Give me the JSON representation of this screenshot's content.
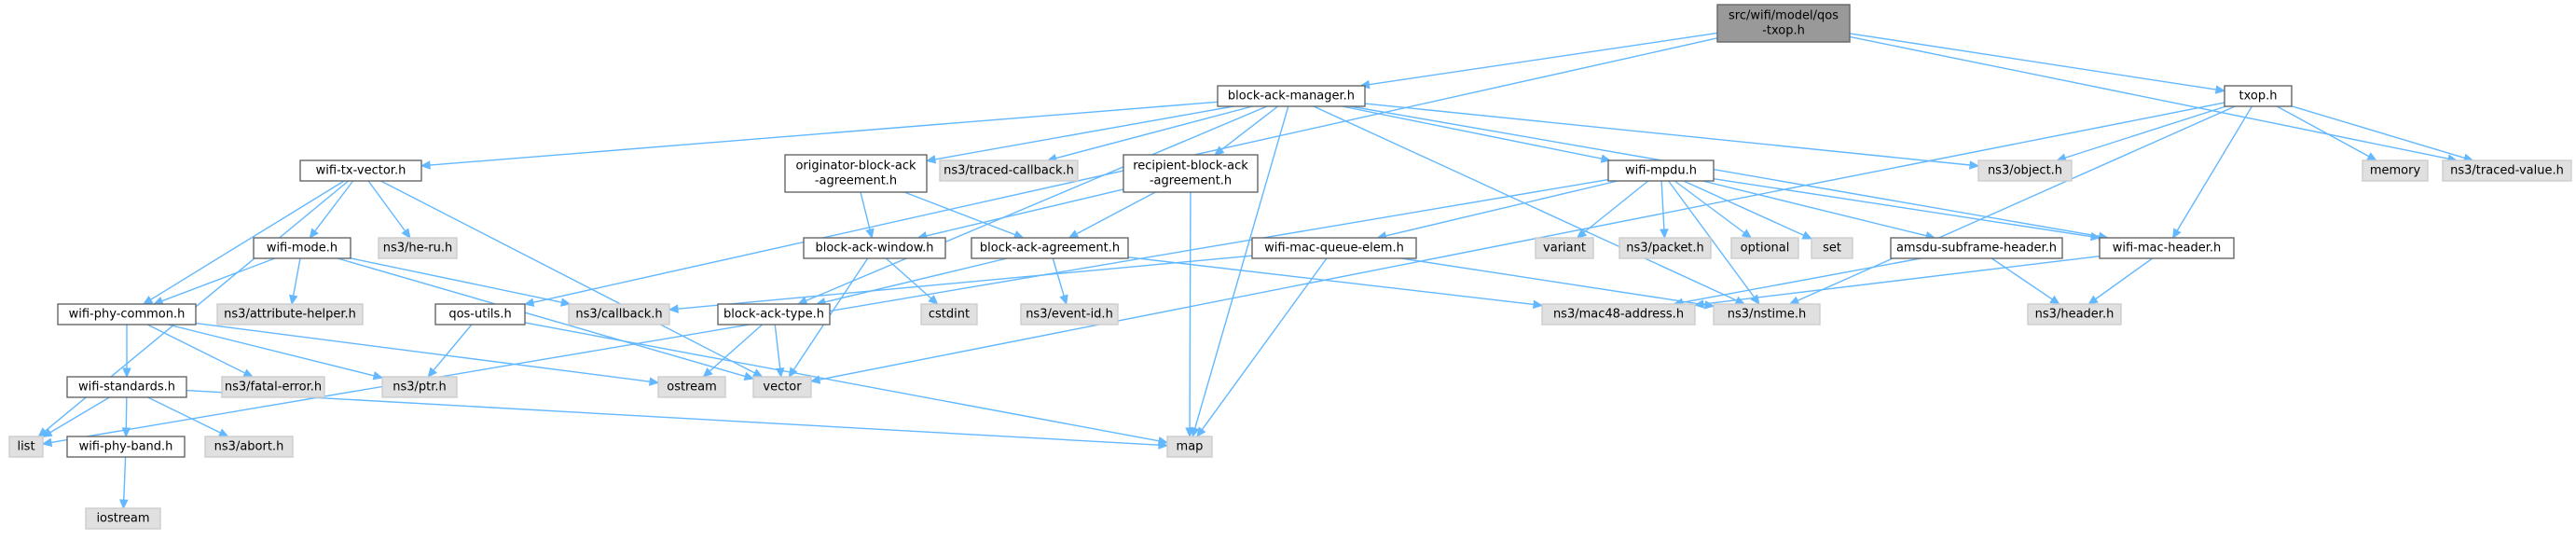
{
  "colors": {
    "edge": "#63b8ff",
    "root_fill": "#999999",
    "node_fill": "#ffffff",
    "node_border": "#666666",
    "ext_fill": "#e0e0e0",
    "ext_border": "#cccccc",
    "text": "#000000"
  },
  "nodes": [
    {
      "id": "root",
      "kind": "root",
      "label": [
        "src/wifi/model/qos",
        "-txop.h"
      ]
    },
    {
      "id": "bam",
      "kind": "node",
      "label": [
        "block-ack-manager.h"
      ]
    },
    {
      "id": "txop",
      "kind": "node",
      "label": [
        "txop.h"
      ]
    },
    {
      "id": "wtv",
      "kind": "node",
      "label": [
        "wifi-tx-vector.h"
      ]
    },
    {
      "id": "oba",
      "kind": "node",
      "label": [
        "originator-block-ack",
        "-agreement.h"
      ]
    },
    {
      "id": "tcb",
      "kind": "ext",
      "label": [
        "ns3/traced-callback.h"
      ]
    },
    {
      "id": "rba",
      "kind": "node",
      "label": [
        "recipient-block-ack",
        "-agreement.h"
      ]
    },
    {
      "id": "wmpdu",
      "kind": "node",
      "label": [
        "wifi-mpdu.h"
      ]
    },
    {
      "id": "obj",
      "kind": "ext",
      "label": [
        "ns3/object.h"
      ]
    },
    {
      "id": "memory",
      "kind": "ext",
      "label": [
        "memory"
      ]
    },
    {
      "id": "tv",
      "kind": "ext",
      "label": [
        "ns3/traced-value.h"
      ]
    },
    {
      "id": "wmode",
      "kind": "node",
      "label": [
        "wifi-mode.h"
      ]
    },
    {
      "id": "heru",
      "kind": "ext",
      "label": [
        "ns3/he-ru.h"
      ]
    },
    {
      "id": "baw",
      "kind": "node",
      "label": [
        "block-ack-window.h"
      ]
    },
    {
      "id": "baa",
      "kind": "node",
      "label": [
        "block-ack-agreement.h"
      ]
    },
    {
      "id": "wmqe",
      "kind": "node",
      "label": [
        "wifi-mac-queue-elem.h"
      ]
    },
    {
      "id": "variant",
      "kind": "ext",
      "label": [
        "variant"
      ]
    },
    {
      "id": "packet",
      "kind": "ext",
      "label": [
        "ns3/packet.h"
      ]
    },
    {
      "id": "optional",
      "kind": "ext",
      "label": [
        "optional"
      ]
    },
    {
      "id": "set",
      "kind": "ext",
      "label": [
        "set"
      ]
    },
    {
      "id": "ash",
      "kind": "node",
      "label": [
        "amsdu-subframe-header.h"
      ]
    },
    {
      "id": "wmh",
      "kind": "node",
      "label": [
        "wifi-mac-header.h"
      ]
    },
    {
      "id": "wpc",
      "kind": "node",
      "label": [
        "wifi-phy-common.h"
      ]
    },
    {
      "id": "attr",
      "kind": "ext",
      "label": [
        "ns3/attribute-helper.h"
      ]
    },
    {
      "id": "qos",
      "kind": "node",
      "label": [
        "qos-utils.h"
      ]
    },
    {
      "id": "cb",
      "kind": "ext",
      "label": [
        "ns3/callback.h"
      ]
    },
    {
      "id": "bat",
      "kind": "node",
      "label": [
        "block-ack-type.h"
      ]
    },
    {
      "id": "cstdint",
      "kind": "ext",
      "label": [
        "cstdint"
      ]
    },
    {
      "id": "mac48",
      "kind": "ext",
      "label": [
        "ns3/mac48-address.h"
      ]
    },
    {
      "id": "nstime",
      "kind": "ext",
      "label": [
        "ns3/nstime.h"
      ]
    },
    {
      "id": "header",
      "kind": "ext",
      "label": [
        "ns3/header.h"
      ]
    },
    {
      "id": "evid",
      "kind": "ext",
      "label": [
        "ns3/event-id.h"
      ]
    },
    {
      "id": "ws",
      "kind": "node",
      "label": [
        "wifi-standards.h"
      ]
    },
    {
      "id": "fatal",
      "kind": "ext",
      "label": [
        "ns3/fatal-error.h"
      ]
    },
    {
      "id": "ptr",
      "kind": "ext",
      "label": [
        "ns3/ptr.h"
      ]
    },
    {
      "id": "ostream",
      "kind": "ext",
      "label": [
        "ostream"
      ]
    },
    {
      "id": "vector",
      "kind": "ext",
      "label": [
        "vector"
      ]
    },
    {
      "id": "list",
      "kind": "ext",
      "label": [
        "list"
      ]
    },
    {
      "id": "wpb",
      "kind": "node",
      "label": [
        "wifi-phy-band.h"
      ]
    },
    {
      "id": "abort",
      "kind": "ext",
      "label": [
        "ns3/abort.h"
      ]
    },
    {
      "id": "map",
      "kind": "ext",
      "label": [
        "map"
      ]
    },
    {
      "id": "iostream",
      "kind": "ext",
      "label": [
        "iostream"
      ]
    }
  ],
  "edges": [
    [
      "root",
      "bam"
    ],
    [
      "root",
      "txop"
    ],
    [
      "root",
      "qos"
    ],
    [
      "root",
      "tv"
    ],
    [
      "bam",
      "wtv"
    ],
    [
      "bam",
      "oba"
    ],
    [
      "bam",
      "tcb"
    ],
    [
      "bam",
      "rba"
    ],
    [
      "bam",
      "wmpdu"
    ],
    [
      "bam",
      "obj"
    ],
    [
      "bam",
      "bat"
    ],
    [
      "bam",
      "map"
    ],
    [
      "bam",
      "nstime"
    ],
    [
      "bam",
      "wmh"
    ],
    [
      "txop",
      "obj"
    ],
    [
      "txop",
      "memory"
    ],
    [
      "txop",
      "tv"
    ],
    [
      "txop",
      "wmh"
    ],
    [
      "txop",
      "nstime"
    ],
    [
      "txop",
      "vector"
    ],
    [
      "wtv",
      "wmode"
    ],
    [
      "wtv",
      "heru"
    ],
    [
      "wtv",
      "wpc"
    ],
    [
      "wtv",
      "list"
    ],
    [
      "wtv",
      "vector"
    ],
    [
      "wmode",
      "wpc"
    ],
    [
      "wmode",
      "attr"
    ],
    [
      "wmode",
      "cb"
    ],
    [
      "wmode",
      "vector"
    ],
    [
      "oba",
      "baw"
    ],
    [
      "oba",
      "baa"
    ],
    [
      "rba",
      "baa"
    ],
    [
      "rba",
      "baw"
    ],
    [
      "rba",
      "map"
    ],
    [
      "wmpdu",
      "wmqe"
    ],
    [
      "wmpdu",
      "variant"
    ],
    [
      "wmpdu",
      "packet"
    ],
    [
      "wmpdu",
      "optional"
    ],
    [
      "wmpdu",
      "set"
    ],
    [
      "wmpdu",
      "ash"
    ],
    [
      "wmpdu",
      "wmh"
    ],
    [
      "wmpdu",
      "list"
    ],
    [
      "wmpdu",
      "nstime"
    ],
    [
      "baw",
      "cstdint"
    ],
    [
      "baw",
      "vector"
    ],
    [
      "baa",
      "bat"
    ],
    [
      "baa",
      "evid"
    ],
    [
      "baa",
      "mac48"
    ],
    [
      "wmqe",
      "cb"
    ],
    [
      "wmqe",
      "map"
    ],
    [
      "wmqe",
      "nstime"
    ],
    [
      "ash",
      "header"
    ],
    [
      "ash",
      "mac48"
    ],
    [
      "wmh",
      "header"
    ],
    [
      "wmh",
      "mac48"
    ],
    [
      "qos",
      "ptr"
    ],
    [
      "qos",
      "map"
    ],
    [
      "bat",
      "ostream"
    ],
    [
      "bat",
      "vector"
    ],
    [
      "wpc",
      "ws"
    ],
    [
      "wpc",
      "fatal"
    ],
    [
      "wpc",
      "ptr"
    ],
    [
      "wpc",
      "ostream"
    ],
    [
      "ws",
      "list"
    ],
    [
      "ws",
      "wpb"
    ],
    [
      "ws",
      "abort"
    ],
    [
      "ws",
      "map"
    ],
    [
      "wpb",
      "iostream"
    ]
  ]
}
